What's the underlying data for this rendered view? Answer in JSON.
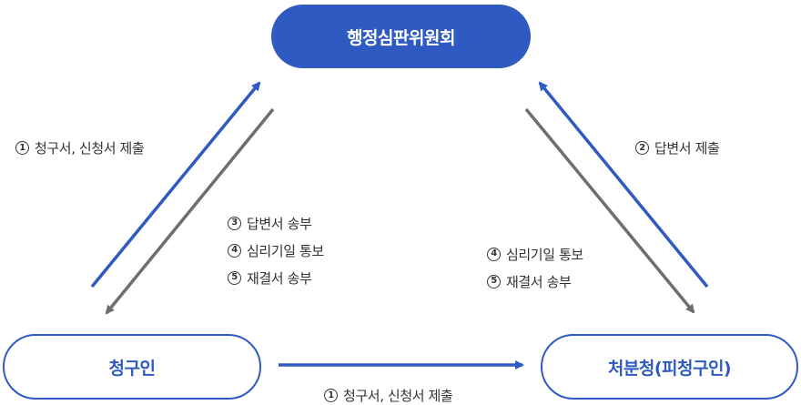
{
  "colors": {
    "blue": "#2f5ac2",
    "gray": "#6e6e6e",
    "text": "#333333"
  },
  "nodes": {
    "top": "행정심판위원회",
    "left": "청구인",
    "right": "처분청(피청구인)"
  },
  "labels": {
    "left_up": {
      "num": "1",
      "text": "청구서, 신청서 제출"
    },
    "left_down": [
      {
        "num": "3",
        "text": "답변서 송부"
      },
      {
        "num": "4",
        "text": "심리기일 통보"
      },
      {
        "num": "5",
        "text": "재결서 송부"
      }
    ],
    "right_up": {
      "num": "2",
      "text": "답변서 제출"
    },
    "right_down": [
      {
        "num": "4",
        "text": "심리기일 통보"
      },
      {
        "num": "5",
        "text": "재결서 송부"
      }
    ],
    "bottom": {
      "num": "1",
      "text": "청구서, 신청서 제출"
    }
  },
  "edges": [
    {
      "from": "청구인",
      "to": "행정심판위원회",
      "color": "blue",
      "steps": [
        "1"
      ]
    },
    {
      "from": "행정심판위원회",
      "to": "청구인",
      "color": "gray",
      "steps": [
        "3",
        "4",
        "5"
      ]
    },
    {
      "from": "처분청(피청구인)",
      "to": "행정심판위원회",
      "color": "blue",
      "steps": [
        "2"
      ]
    },
    {
      "from": "행정심판위원회",
      "to": "처분청(피청구인)",
      "color": "gray",
      "steps": [
        "4",
        "5"
      ]
    },
    {
      "from": "청구인",
      "to": "처분청(피청구인)",
      "color": "blue",
      "steps": [
        "1"
      ]
    }
  ]
}
